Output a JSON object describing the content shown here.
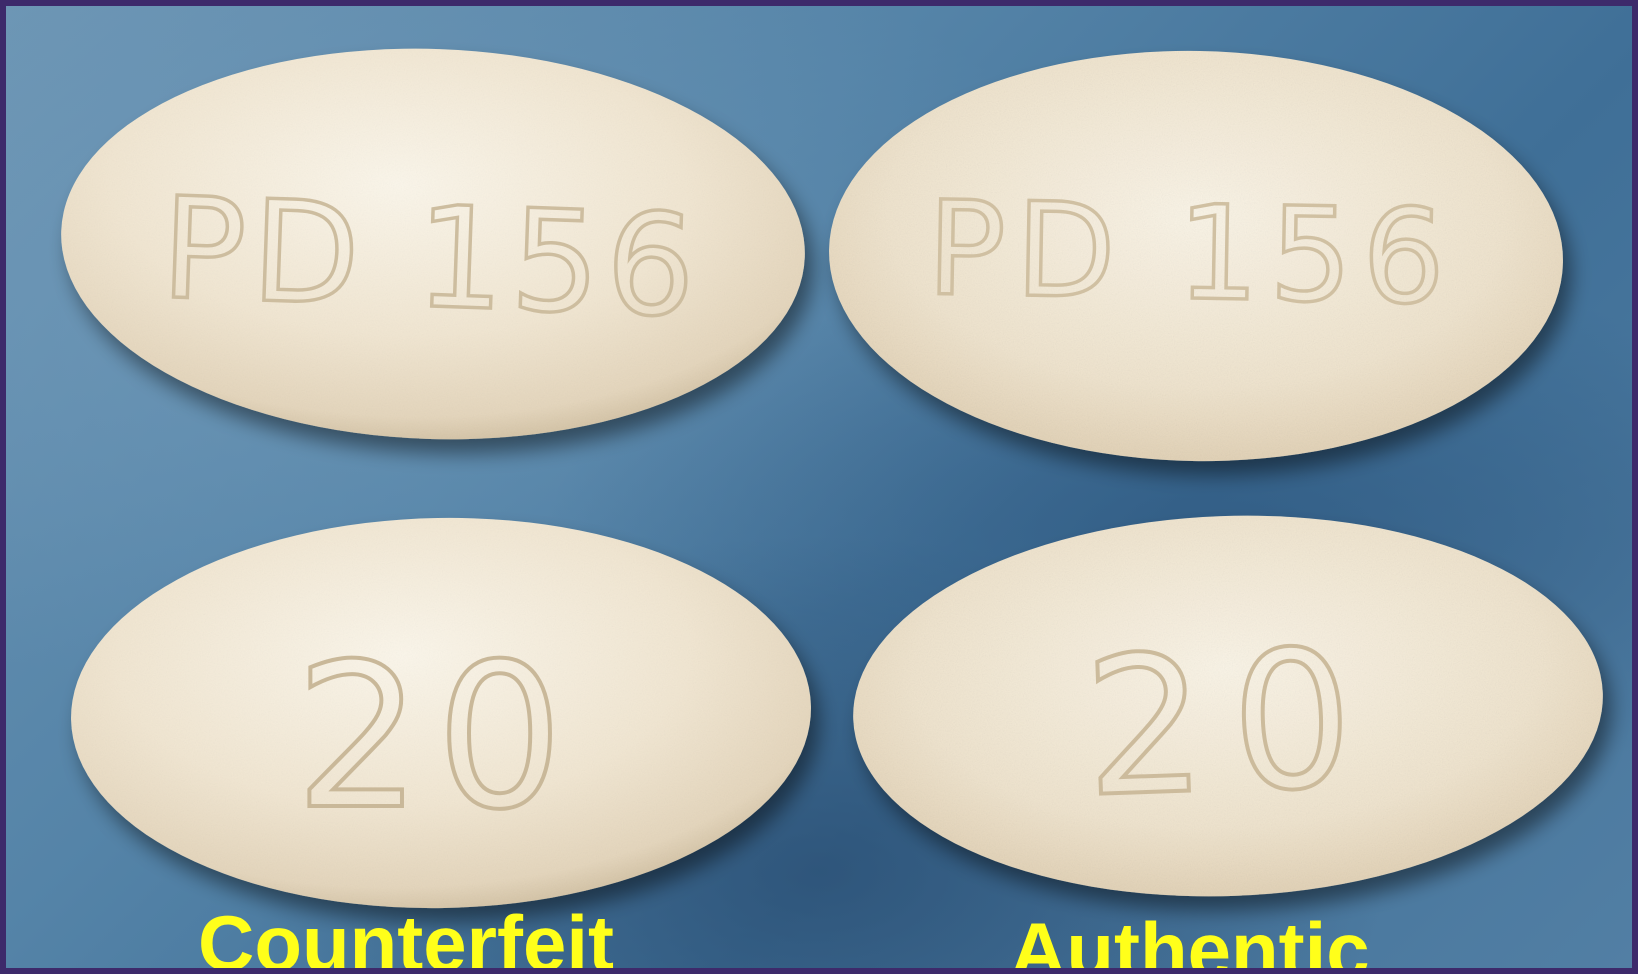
{
  "imprints": {
    "counterfeit_top": "PD 156",
    "authentic_top": "PD 156",
    "counterfeit_bottom": "20",
    "authentic_bottom": "20"
  },
  "labels": {
    "counterfeit": "Counterfeit",
    "authentic": "Authentic"
  },
  "colors": {
    "background": "#4f7fa4",
    "border": "#3d2a6b",
    "tablet": "#f2e8d5",
    "label": "#ffff1a"
  }
}
